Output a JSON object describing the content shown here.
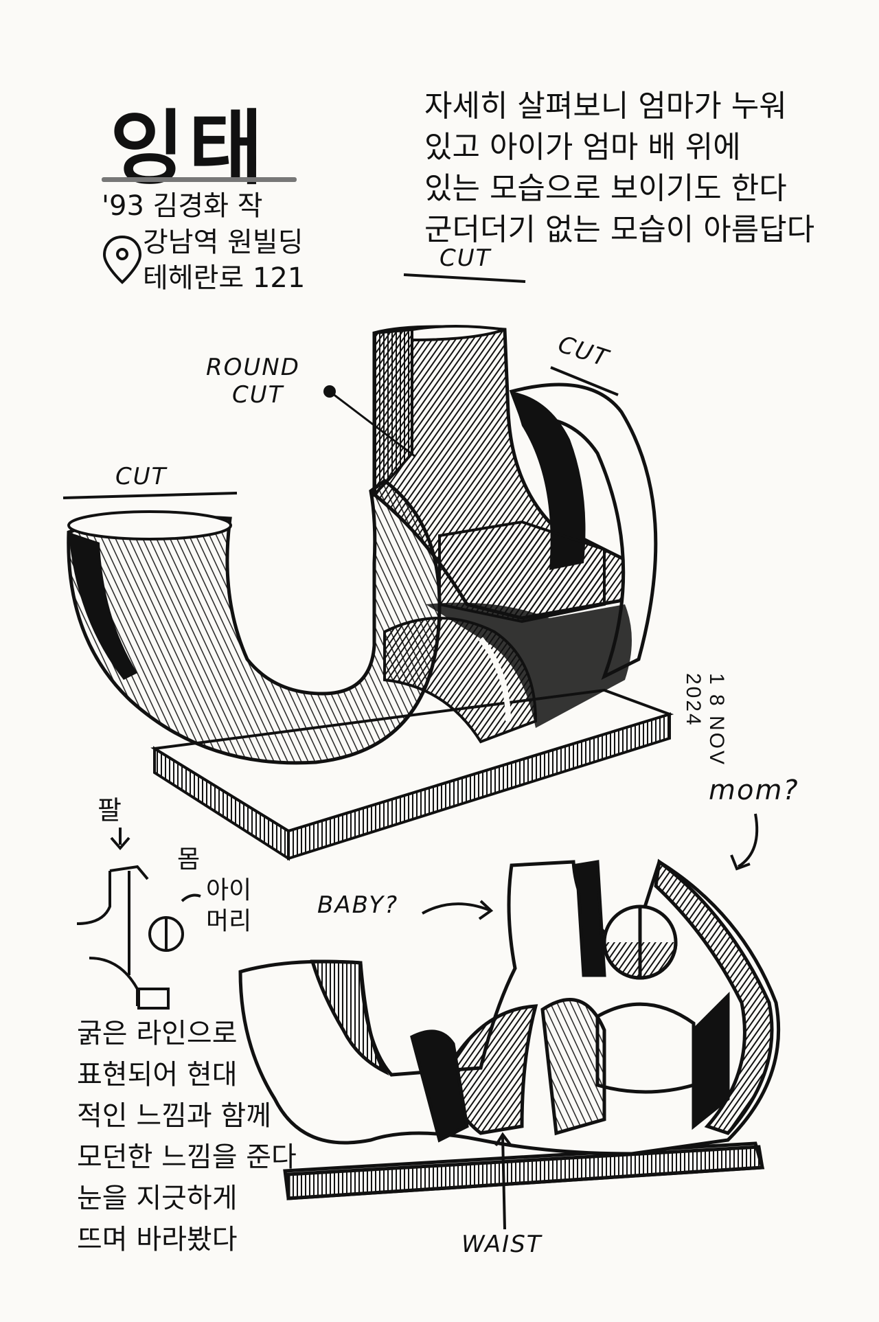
{
  "title": "잉태",
  "meta": {
    "artist_line": "'93 김경화 작",
    "location_line1": "강남역 원빌딩",
    "location_line2": "테헤란로 121"
  },
  "note_top": [
    "자세히 살펴보니 엄마가 누워",
    "있고 아이가 엄마 배 위에",
    "있는 모습으로 보이기도 한다",
    "군더더기 없는 모습이 아름답다"
  ],
  "labels": {
    "cut_top": "CUT",
    "cut_right": "CUT",
    "cut_left": "CUT",
    "round_cut_1": "ROUND",
    "round_cut_2": "CUT",
    "arm": "팔",
    "body": "몸",
    "child_head_1": "아이",
    "child_head_2": "머리",
    "baby": "BABY?",
    "mom": "mom?",
    "waist": "WAIST"
  },
  "date": "1 8 NOV 2024",
  "note_side": [
    "굵은 라인으로",
    "표현되어 현대",
    "적인 느낌과 함께",
    "모던한 느낌을 준다",
    "눈을 지긋하게",
    "뜨며 바라봤다"
  ],
  "icons": {
    "location": "location-pin-icon"
  }
}
